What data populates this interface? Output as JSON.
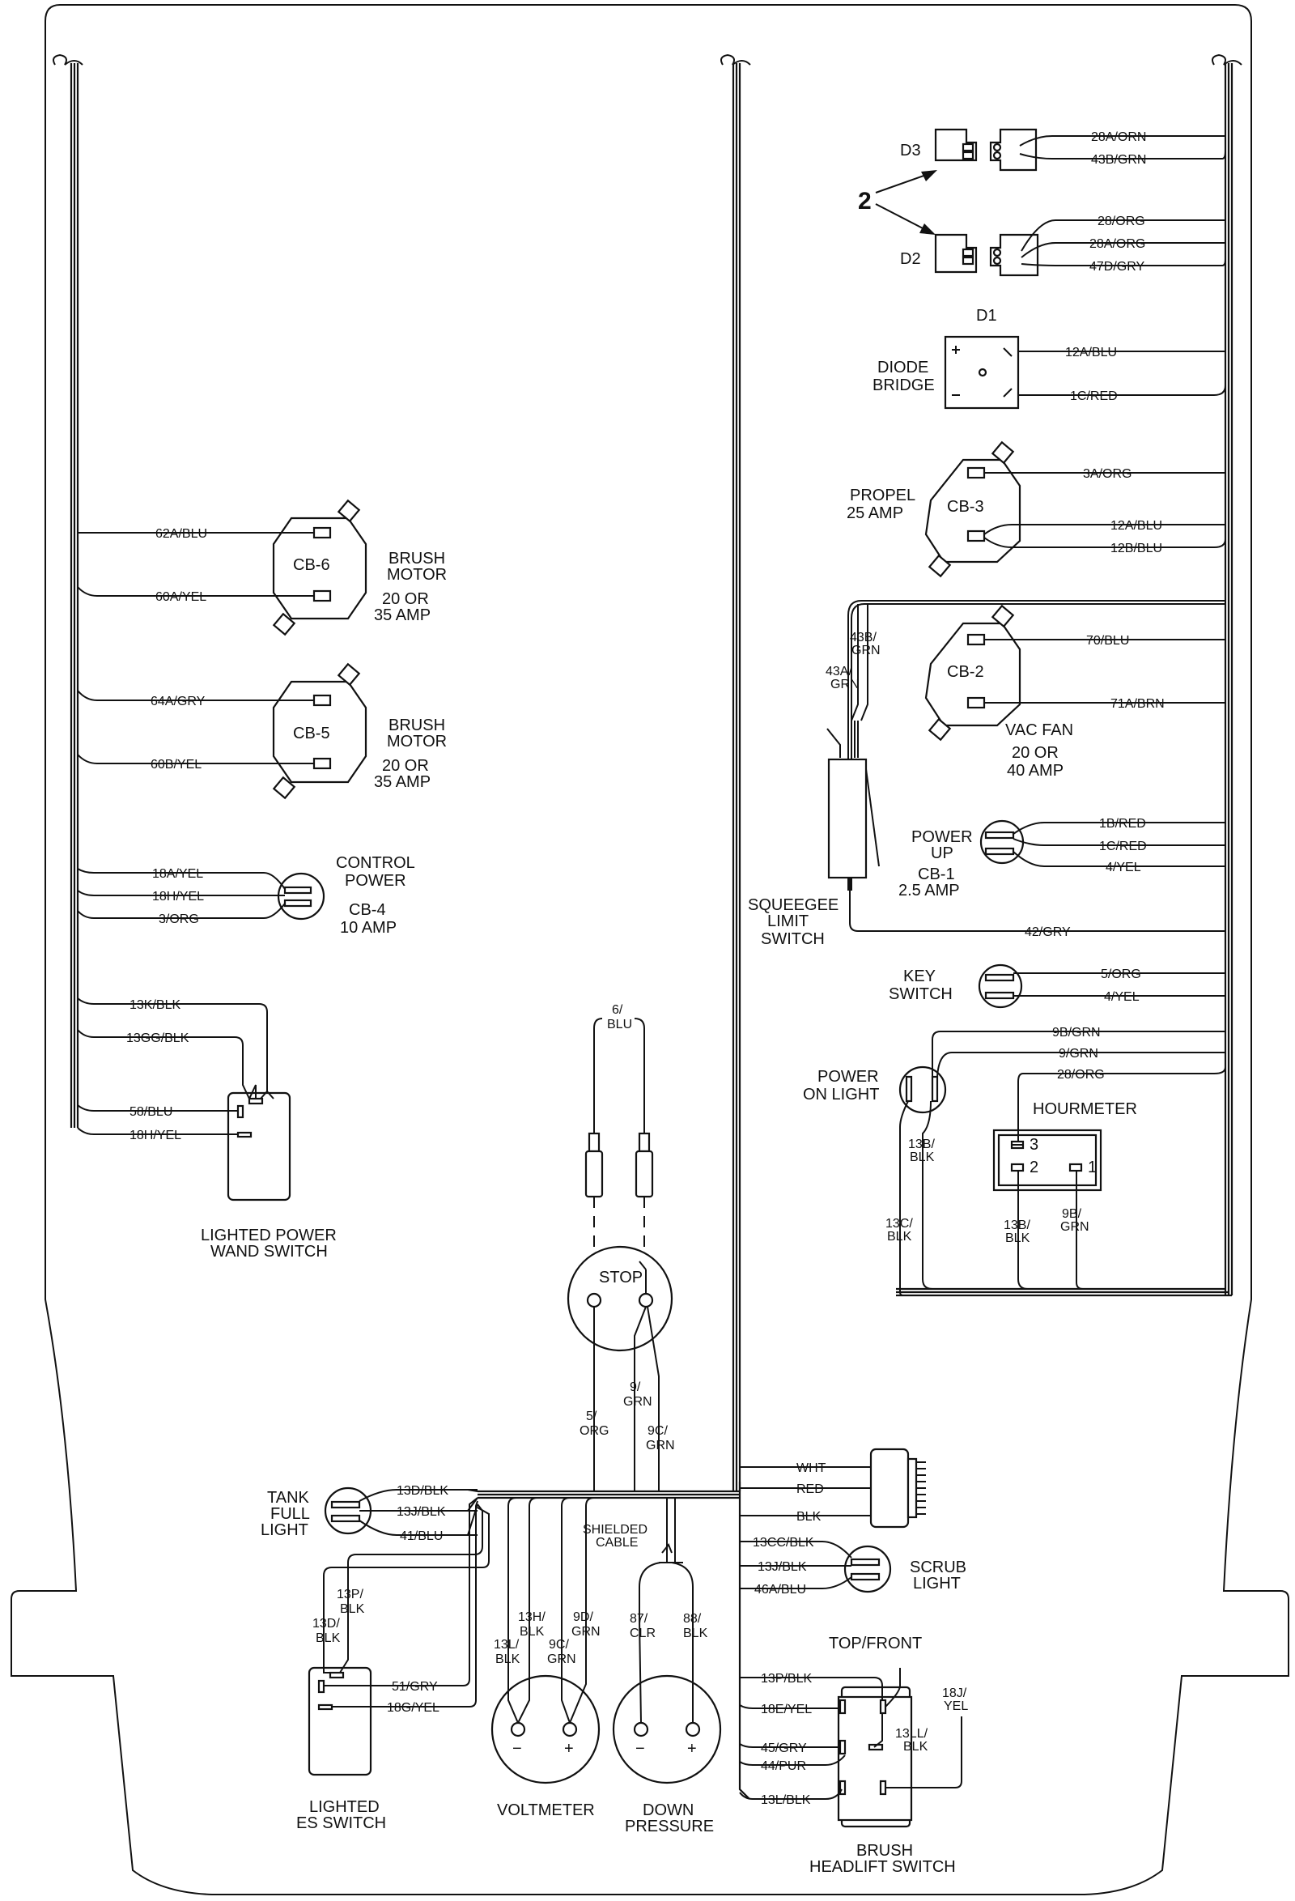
{
  "title": "",
  "diodes": {
    "d3": "D3",
    "d2": "D2",
    "callout": "2",
    "d1": "D1",
    "bridge_line1": "DIODE",
    "bridge_line2": "BRIDGE",
    "d3_wires": [
      "28A/ORN",
      "43B/GRN"
    ],
    "d2_wires": [
      "28/ORG",
      "28A/ORG",
      "47D/GRY"
    ],
    "d1_wires": [
      "12A/BLU",
      "1C/RED"
    ]
  },
  "cb3": {
    "label": "CB-3",
    "name_line1": "PROPEL",
    "name_line2": "25 AMP",
    "wires": [
      "3A/ORG",
      "12A/BLU",
      "12B/BLU"
    ]
  },
  "cb2": {
    "label": "CB-2",
    "name_line1": "VAC FAN",
    "name_line2": "20 OR",
    "name_line3": "40 AMP",
    "wires": [
      "70/BLU",
      "71A/BRN"
    ]
  },
  "cb6": {
    "label": "CB-6",
    "name_line1": "BRUSH",
    "name_line2": "MOTOR",
    "name_line3": "20 OR",
    "name_line4": "35 AMP",
    "wires": [
      "62A/BLU",
      "60A/YEL"
    ]
  },
  "cb5": {
    "label": "CB-5",
    "name_line1": "BRUSH",
    "name_line2": "MOTOR",
    "name_line3": "20 OR",
    "name_line4": "35 AMP",
    "wires": [
      "64A/GRY",
      "60B/YEL"
    ]
  },
  "cb4": {
    "name_line1": "CONTROL",
    "name_line2": "POWER",
    "name_line3": "CB-4",
    "name_line4": "10 AMP",
    "wires": [
      "18A/YEL",
      "18H/YEL",
      "3/ORG"
    ]
  },
  "cb1": {
    "name_line1": "POWER",
    "name_line2": "UP",
    "name_line3": "CB-1",
    "name_line4": "2.5 AMP",
    "wires": [
      "1B/RED",
      "1C/RED",
      "4/YEL"
    ]
  },
  "squeegee": {
    "line1": "SQUEEGEE",
    "line2": "LIMIT",
    "line3": "SWITCH",
    "w1a": "43B/",
    "w1b": "GRN",
    "w2a": "43A/",
    "w2b": "GRN",
    "wire_bottom": "42/GRY"
  },
  "key_switch": {
    "line1": "KEY",
    "line2": "SWITCH",
    "wires": [
      "5/ORG",
      "4/YEL"
    ]
  },
  "power_on_light": {
    "line1": "POWER",
    "line2": "ON LIGHT",
    "wires": [
      "9B/GRN",
      "9/GRN",
      "28/ORG"
    ],
    "w13b_a": "13B/",
    "w13b_b": "BLK",
    "w13c_a": "13C/",
    "w13c_b": "BLK"
  },
  "hourmeter": {
    "label": "HOURMETER",
    "t3": "3",
    "t2": "2",
    "t1": "1",
    "w13b_a": "13B/",
    "w13b_b": "BLK",
    "w9b_a": "9B/",
    "w9b_b": "GRN"
  },
  "wand_switch": {
    "line1": "LIGHTED POWER",
    "line2": "WAND SWITCH",
    "wires": [
      "13K/BLK",
      "13GG/BLK",
      "58/BLU",
      "18H/YEL"
    ]
  },
  "stop": {
    "label": "STOP",
    "w6a": "6/",
    "w6b": "BLU",
    "w5a": "5/",
    "w5b": "ORG",
    "w9a": "9/",
    "w9b": "GRN",
    "w9ca": "9C/",
    "w9cb": "GRN"
  },
  "tank_light": {
    "line1": "TANK",
    "line2": "FULL",
    "line3": "LIGHT",
    "wires": [
      "13D/BLK",
      "13J/BLK",
      "41/BLU"
    ]
  },
  "horn": {
    "wires": [
      "WHT",
      "RED",
      "BLK"
    ]
  },
  "scrub_light": {
    "line1": "SCRUB",
    "line2": "LIGHT",
    "wires": [
      "13CC/BLK",
      "13J/BLK",
      "46A/BLU"
    ]
  },
  "es_switch": {
    "line1": "LIGHTED",
    "line2": "ES SWITCH",
    "wires": [
      "51/GRY",
      "18G/YEL"
    ],
    "w13pa": "13P/",
    "w13pb": "BLK",
    "w13da": "13D/",
    "w13db": "BLK"
  },
  "voltmeter": {
    "label": "VOLTMETER",
    "minus": "−",
    "plus": "+",
    "w13la": "13L/",
    "w13lb": "BLK",
    "w13ha": "13H/",
    "w13hb": "BLK",
    "w9ca": "9C/",
    "w9cb": "GRN",
    "w9da": "9D/",
    "w9db": "GRN"
  },
  "down_pressure": {
    "line1": "DOWN",
    "line2": "PRESSURE",
    "minus": "−",
    "plus": "+",
    "shield1": "SHIELDED",
    "shield2": "CABLE",
    "w87a": "87/",
    "w87b": "CLR",
    "w88a": "88/",
    "w88b": "BLK"
  },
  "headlift": {
    "top_label": "TOP/FRONT",
    "line1": "BRUSH",
    "line2": "HEADLIFT SWITCH",
    "wires": [
      "13P/BLK",
      "18E/YEL",
      "45/GRY",
      "44/PUR",
      "13L/BLK"
    ],
    "w18ja": "18J/",
    "w18jb": "YEL",
    "w13lla": "13LL/",
    "w13llb": "BLK"
  }
}
